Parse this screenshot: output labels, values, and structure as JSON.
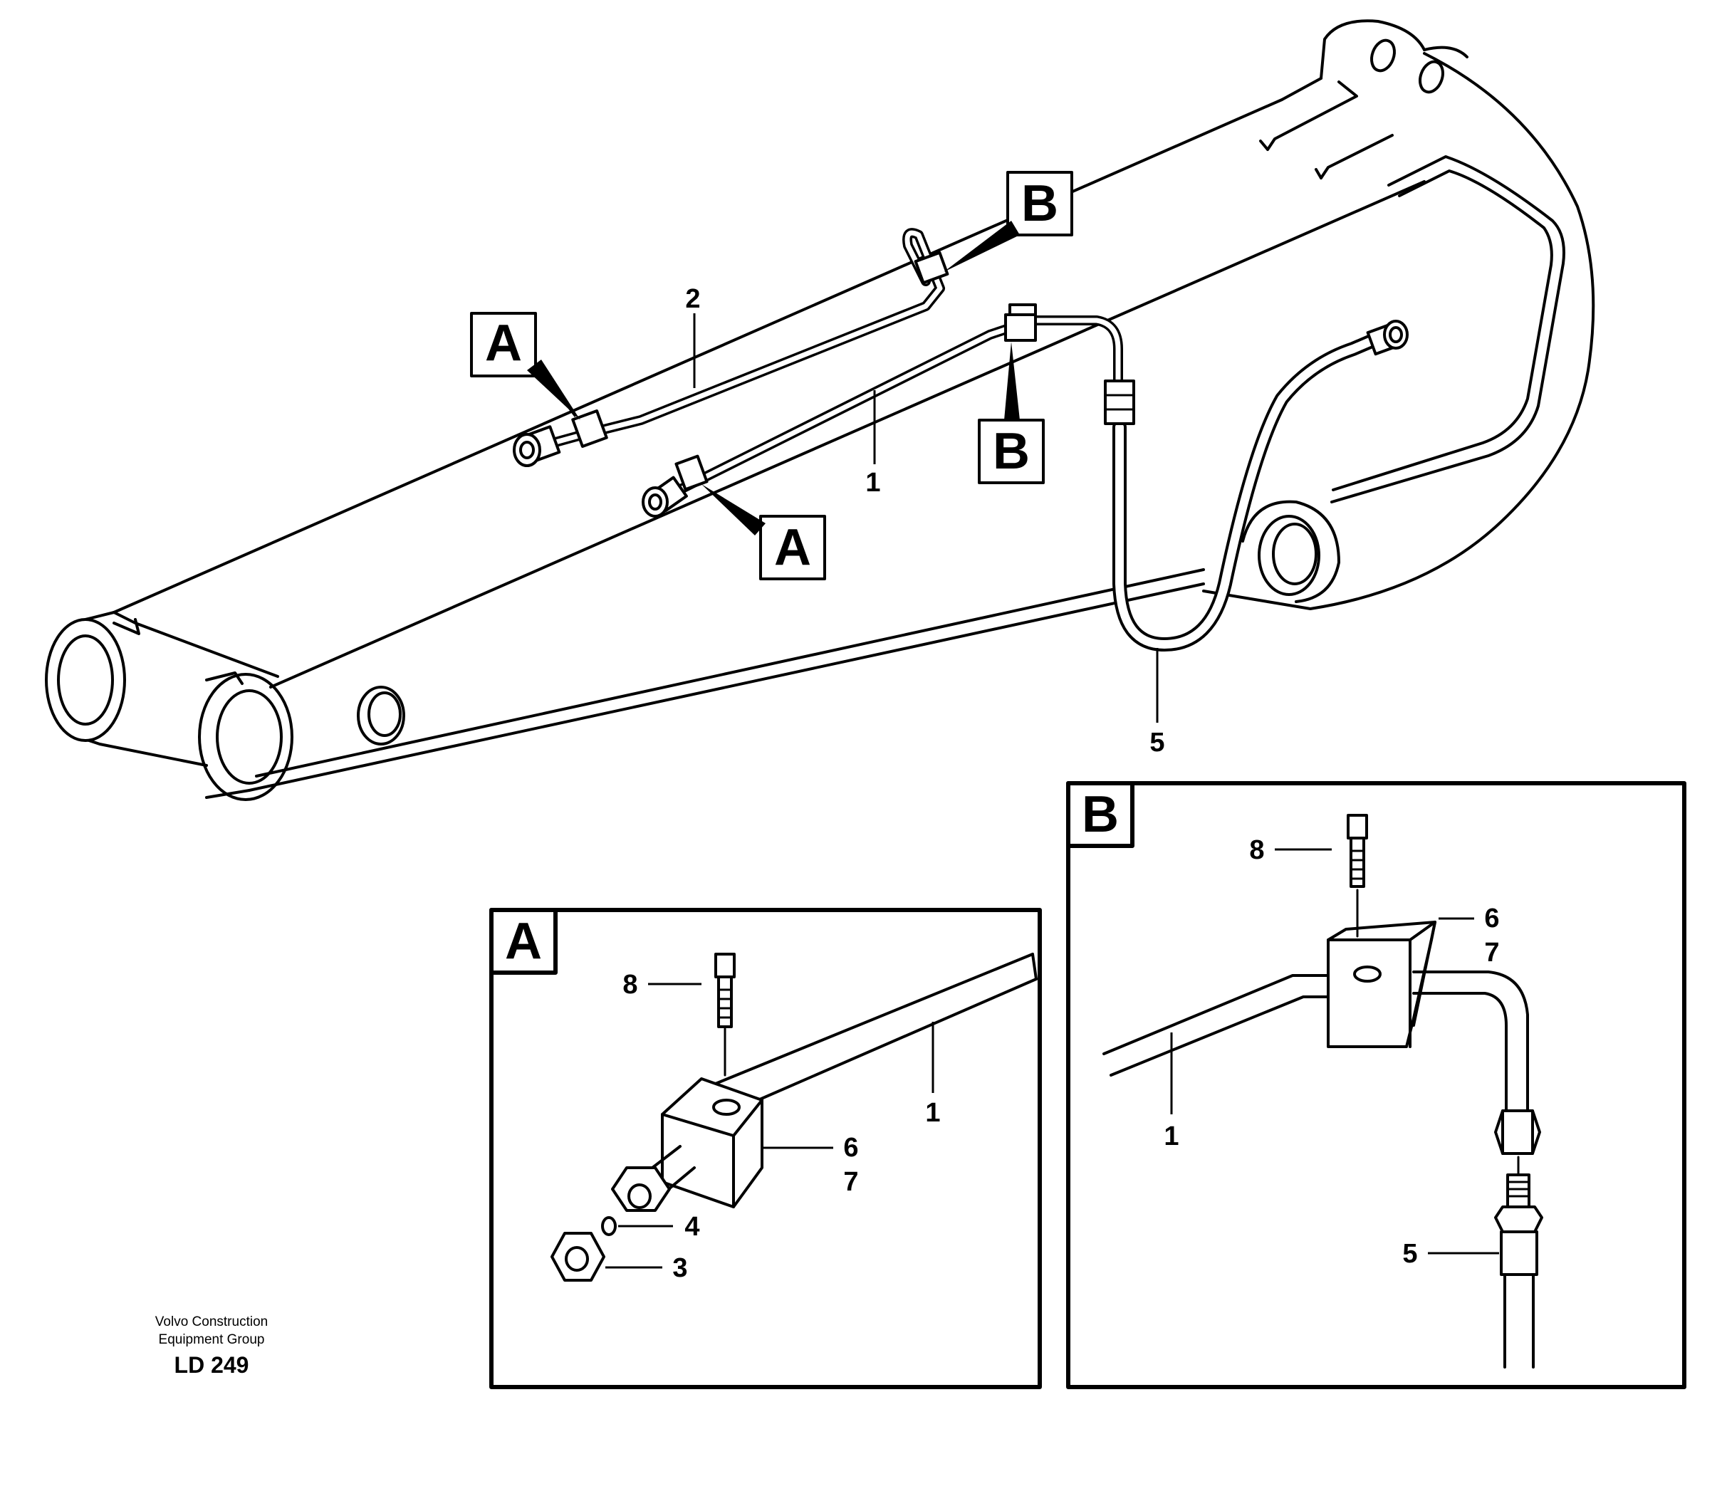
{
  "callouts": {
    "main_A1": "A",
    "main_A2": "A",
    "main_B1": "B",
    "main_B2": "B",
    "part_1": "1",
    "part_2": "2",
    "part_5": "5"
  },
  "detail_A": {
    "title": "A",
    "part_1": "1",
    "part_3": "3",
    "part_4": "4",
    "part_6": "6",
    "part_7": "7",
    "part_8": "8"
  },
  "detail_B": {
    "title": "B",
    "part_1": "1",
    "part_5": "5",
    "part_6": "6",
    "part_7": "7",
    "part_8": "8"
  },
  "footer": {
    "company_line1": "Volvo Construction",
    "company_line2": "Equipment Group",
    "code": "LD 249"
  }
}
